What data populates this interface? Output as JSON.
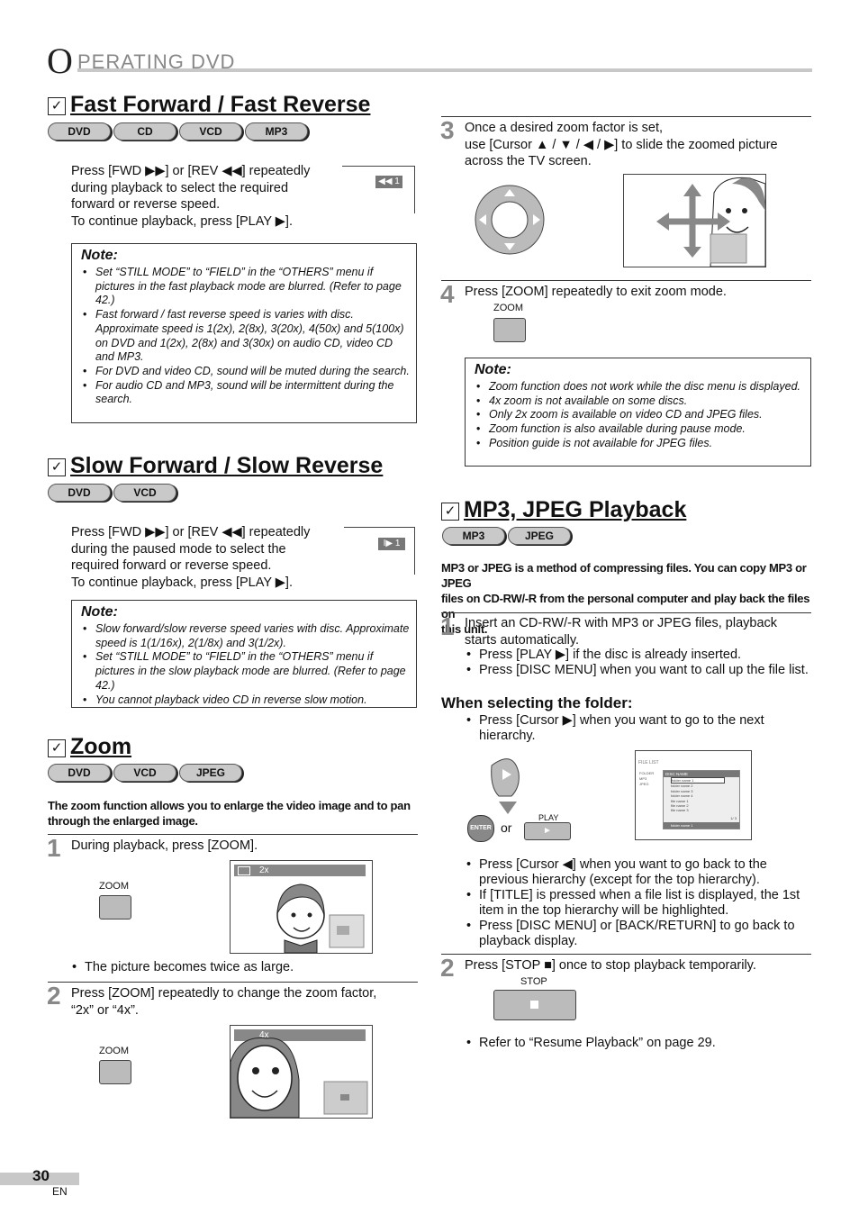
{
  "header": {
    "big_letter": "O",
    "rest": "PERATING  DVD"
  },
  "ff": {
    "title": "Fast Forward / Fast Reverse",
    "badges": [
      "DVD",
      "CD",
      "VCD",
      "MP3"
    ],
    "body1": "Press [FWD ▶▶] or [REV ◀◀] repeatedly",
    "body2": "during playback to select the required",
    "body3": "forward or reverse speed.",
    "body4": "To continue playback, press [PLAY ▶].",
    "osd": "◀◀ 1",
    "note_title": "Note:",
    "notes": [
      "Set “STILL MODE” to “FIELD” in the “OTHERS” menu if pictures in the fast playback mode are blurred. (Refer to page 42.)",
      "Fast forward / fast reverse speed is varies with disc. Approximate speed is 1(2x), 2(8x), 3(20x), 4(50x) and 5(100x) on DVD and 1(2x), 2(8x) and 3(30x) on audio CD, video CD and MP3.",
      "For DVD and video CD, sound will be muted during the search.",
      "For audio CD and MP3, sound will be intermittent during the search."
    ]
  },
  "sf": {
    "title": "Slow Forward / Slow Reverse",
    "badges": [
      "DVD",
      "VCD"
    ],
    "body1": "Press [FWD ▶▶] or [REV ◀◀] repeatedly",
    "body2": "during the paused mode to select the",
    "body3": "required forward or reverse speed.",
    "body4": "To continue playback, press [PLAY ▶].",
    "osd": "I▶ 1",
    "note_title": "Note:",
    "notes": [
      "Slow forward/slow reverse speed varies with disc. Approximate speed is 1(1/16x), 2(1/8x) and 3(1/2x).",
      "Set “STILL MODE” to “FIELD” in the “OTHERS” menu if pictures in the slow playback mode are blurred. (Refer to page 42.)",
      "You cannot playback video CD in reverse slow motion."
    ]
  },
  "zoom": {
    "title": "Zoom",
    "badges": [
      "DVD",
      "VCD",
      "JPEG"
    ],
    "intro1": "The zoom function allows you to enlarge the video image and to pan",
    "intro2": "through the enlarged image.",
    "step1_num": "1",
    "step1": "During playback, press [ZOOM].",
    "zoom_label": "ZOOM",
    "osd_2x": "2x",
    "step1_bullet": "The picture becomes twice as large.",
    "step2_num": "2",
    "step2a": "Press [ZOOM] repeatedly to change the zoom factor,",
    "step2b": "“2x” or “4x”.",
    "osd_4x": "4x",
    "step3_num": "3",
    "step3a": "Once a desired zoom factor is set,",
    "step3b": "use [Cursor ▲ / ▼ / ◀ / ▶] to slide the zoomed picture",
    "step3c": "across the TV screen.",
    "step4_num": "4",
    "step4": "Press [ZOOM] repeatedly to exit zoom mode.",
    "note_title": "Note:",
    "notes": [
      "Zoom function does not work while the disc menu is displayed.",
      "4x zoom is not available on some discs.",
      "Only 2x zoom is available on video CD and JPEG files.",
      "Zoom function is also available during pause mode.",
      "Position guide is not available for JPEG files."
    ]
  },
  "mp3": {
    "title": "MP3, JPEG Playback",
    "badges": [
      "MP3",
      "JPEG"
    ],
    "intro1": "MP3 or JPEG is a method of compressing files. You can copy MP3 or JPEG",
    "intro2": "files on CD-RW/-R from the personal computer and play back the files on",
    "intro3": "this unit.",
    "step1_num": "1",
    "step1a": "Insert an CD-RW/-R with MP3 or JPEG files, playback",
    "step1b": "starts automatically.",
    "step1_bullets": [
      "Press [PLAY ▶] if the disc is already inserted.",
      "Press [DISC MENU] when you want to call up the file list."
    ],
    "folder_heading": "When selecting the folder:",
    "folder_bullet": "Press [Cursor ▶] when you want to go to the next hierarchy.",
    "enter_label": "ENTER",
    "or_label": "or",
    "play_label": "PLAY",
    "file_list": {
      "title": "FILE LIST",
      "side": [
        "FOLDER",
        "MP3",
        "JPEG"
      ],
      "header": "DISC NAME",
      "rows": [
        "folder name 1",
        "folder name 2",
        "folder name 3",
        "folder name 4",
        "file name 1",
        "file name 2",
        "file name 3"
      ],
      "bottom": "folder name 1",
      "page": "1/  3"
    },
    "more_bullets": [
      "Press [Cursor ◀] when you want to go back to the previous hierarchy (except for the top hierarchy).",
      "If [TITLE] is pressed when a file list is displayed, the 1st item in the top hierarchy will be highlighted.",
      "Press [DISC MENU] or [BACK/RETURN] to go back to playback display."
    ],
    "step2_num": "2",
    "step2": "Press [STOP ■] once to stop playback temporarily.",
    "stop_label": "STOP",
    "step2_bullet": "Refer to “Resume Playback” on page 29."
  },
  "footer": {
    "page": "30",
    "lang": "EN"
  }
}
